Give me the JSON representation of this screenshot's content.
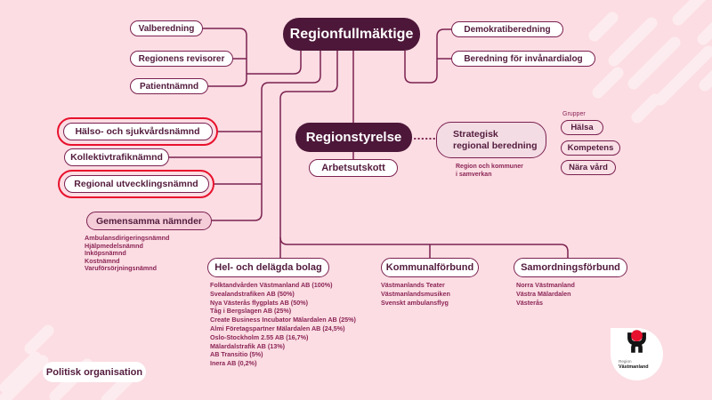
{
  "colors": {
    "background": "#fbdde3",
    "dark_box": "#4d1739",
    "line": "#7b2150",
    "highlight_red": "#e8112d",
    "pink_fill": "#f5cdd9",
    "light_fill": "#f3dce4"
  },
  "root": {
    "label": "Regionfullmäktige"
  },
  "left_top": {
    "items": [
      {
        "label": "Valberedning"
      },
      {
        "label": "Regionens revisorer"
      },
      {
        "label": "Patientnämnd"
      }
    ]
  },
  "right_top": {
    "items": [
      {
        "label": "Demokratiberedning"
      },
      {
        "label": "Beredning för invånardialog"
      }
    ]
  },
  "left_mid": {
    "items": [
      {
        "label": "Hälso- och sjukvårdsnämnd",
        "highlighted": true
      },
      {
        "label": "Kollektivtrafiknämnd",
        "highlighted": false
      },
      {
        "label": "Regional utvecklingsnämnd",
        "highlighted": true
      }
    ]
  },
  "joint_committees": {
    "label": "Gemensamma nämnder",
    "items": [
      "Ambulansdirigeringsnämnd",
      "Hjälpmedelsnämnd",
      "Inköpsnämnd",
      "Kostnämnd",
      "Varuförsörjningsnämnd"
    ]
  },
  "board": {
    "label": "Regionstyrelse",
    "subcommittee": "Arbetsutskott"
  },
  "strategic": {
    "label_line1": "Strategisk",
    "label_line2": "regional beredning",
    "caption_line1": "Region och kommuner",
    "caption_line2": "i samverkan"
  },
  "groups": {
    "label": "Grupper",
    "items": [
      "Hälsa",
      "Kompetens",
      "Nära vård"
    ]
  },
  "companies": {
    "label": "Hel- och delägda bolag",
    "items": [
      "Folktandvården Västmanland AB  (100%)",
      "Svealandstrafiken AB  (50%)",
      "Nya Västerås flygplats AB  (50%)",
      "Tåg i Bergslagen AB  (25%)",
      "Create Business Incubator Mälardalen AB  (25%)",
      "Almi Företagspartner Mälardalen AB  (24,5%)",
      "Oslo-Stockholm 2.55 AB  (16,7%)",
      "Mälardalstrafik AB  (13%)",
      "AB Transitio  (5%)",
      "Inera AB  (0,2%)"
    ]
  },
  "municipal_federations": {
    "label": "Kommunalförbund",
    "items": [
      "Västmanlands Teater",
      "Västmanlandsmusiken",
      "Svenskt ambulansflyg"
    ]
  },
  "coordination_federations": {
    "label": "Samordningsförbund",
    "items": [
      "Norra Västmanland",
      "Västra Mälardalen",
      "Västerås"
    ]
  },
  "footer": {
    "label": "Politisk organisation"
  },
  "logo": {
    "line1": "Region",
    "line2": "Västmanland"
  }
}
